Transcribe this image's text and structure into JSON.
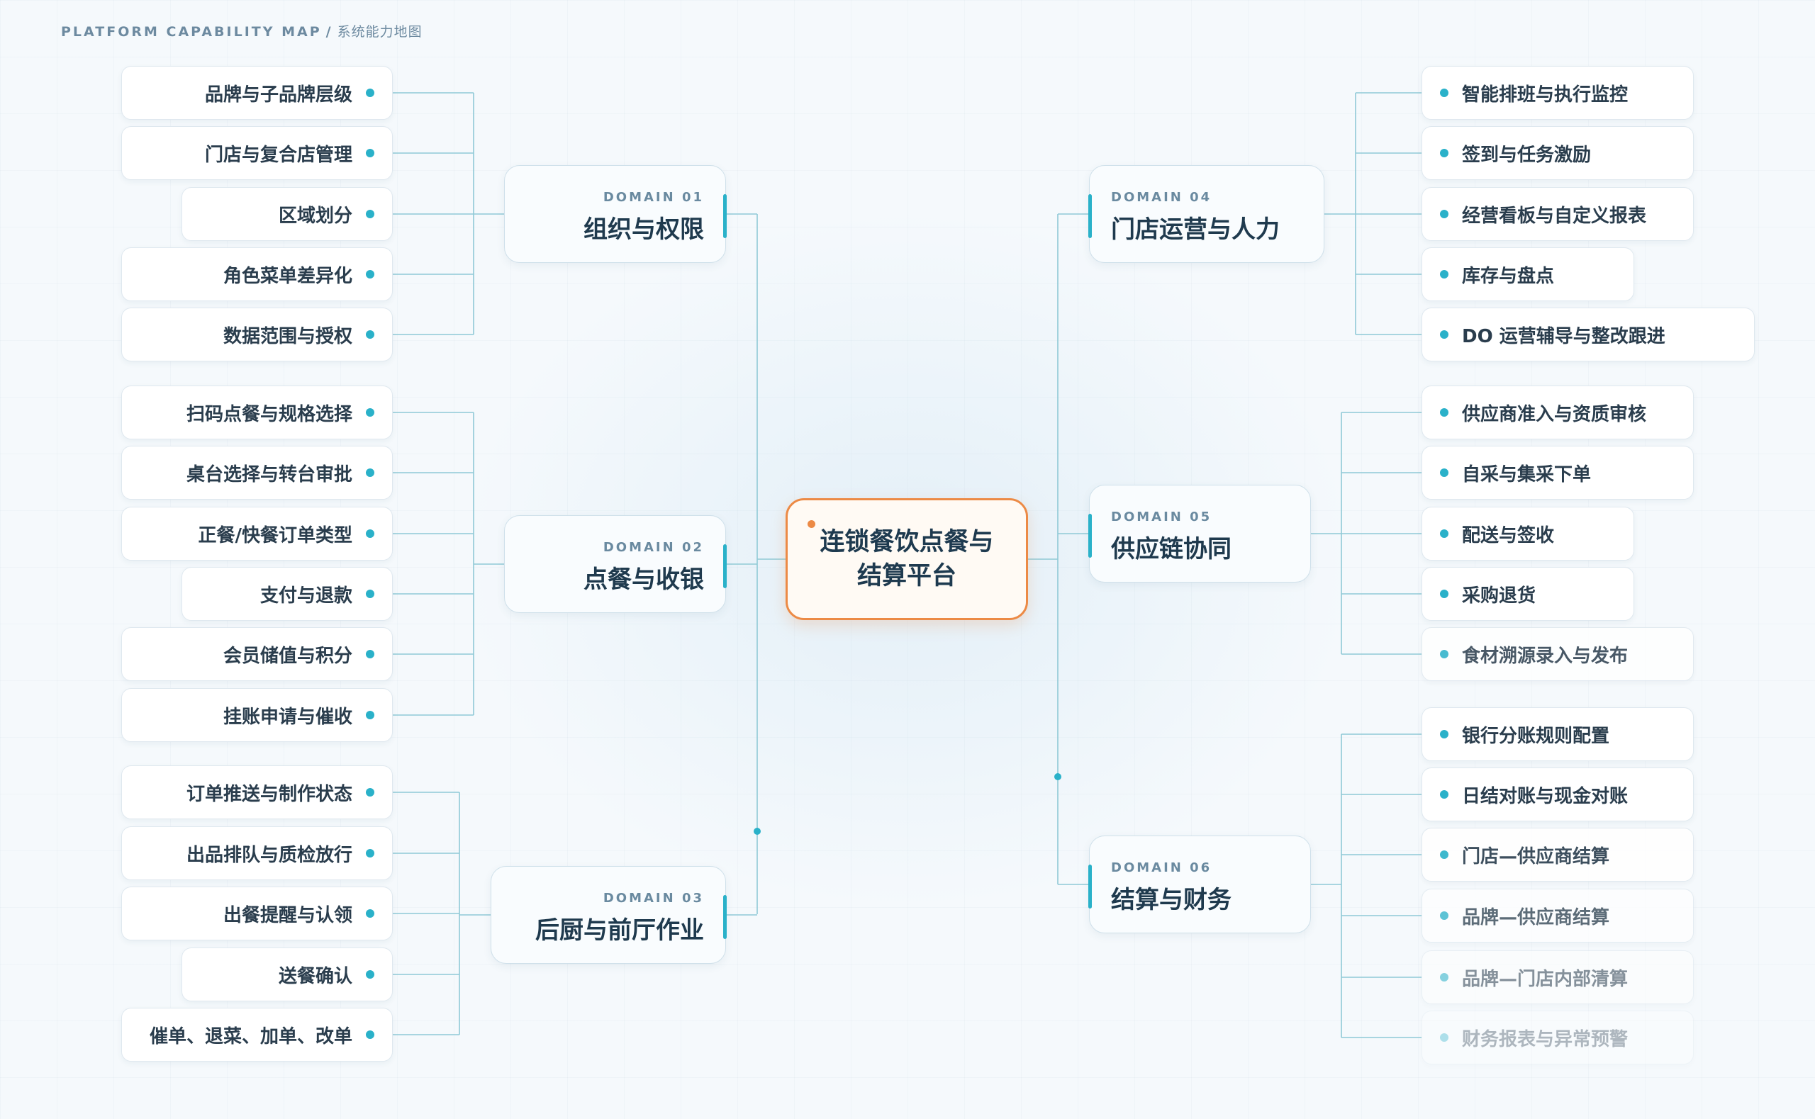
{
  "caption": {
    "en": "PLATFORM CAPABILITY MAP",
    "sep": "/",
    "zh": "系统能力地图"
  },
  "colors": {
    "accent": "#2ab1c9",
    "center_border": "#ec8a45",
    "text": "#2a3d4d",
    "wire": "#8fc9d6"
  },
  "center": {
    "title": "连锁餐饮点餐与结算平台"
  },
  "domains": [
    {
      "code": "DOMAIN 01",
      "title": "组织与权限",
      "items": [
        "品牌与子品牌层级",
        "门店与复合店管理",
        "区域划分",
        "角色菜单差异化",
        "数据范围与授权"
      ]
    },
    {
      "code": "DOMAIN 02",
      "title": "点餐与收银",
      "items": [
        "扫码点餐与规格选择",
        "桌台选择与转台审批",
        "正餐/快餐订单类型",
        "支付与退款",
        "会员储值与积分",
        "挂账申请与催收"
      ]
    },
    {
      "code": "DOMAIN 03",
      "title": "后厨与前厅作业",
      "items": [
        "订单推送与制作状态",
        "出品排队与质检放行",
        "出餐提醒与认领",
        "送餐确认",
        "催单、退菜、加单、改单"
      ]
    },
    {
      "code": "DOMAIN 04",
      "title": "门店运营与人力",
      "items": [
        "智能排班与执行监控",
        "签到与任务激励",
        "经营看板与自定义报表",
        "库存与盘点",
        "DO 运营辅导与整改跟进"
      ]
    },
    {
      "code": "DOMAIN 05",
      "title": "供应链协同",
      "items": [
        "供应商准入与资质审核",
        "自采与集采下单",
        "配送与签收",
        "采购退货",
        "食材溯源录入与发布"
      ]
    },
    {
      "code": "DOMAIN 06",
      "title": "结算与财务",
      "items": [
        "银行分账规则配置",
        "日结对账与现金对账",
        "门店—供应商结算",
        "品牌—供应商结算",
        "品牌—门店内部清算",
        "财务报表与异常预警"
      ]
    }
  ]
}
